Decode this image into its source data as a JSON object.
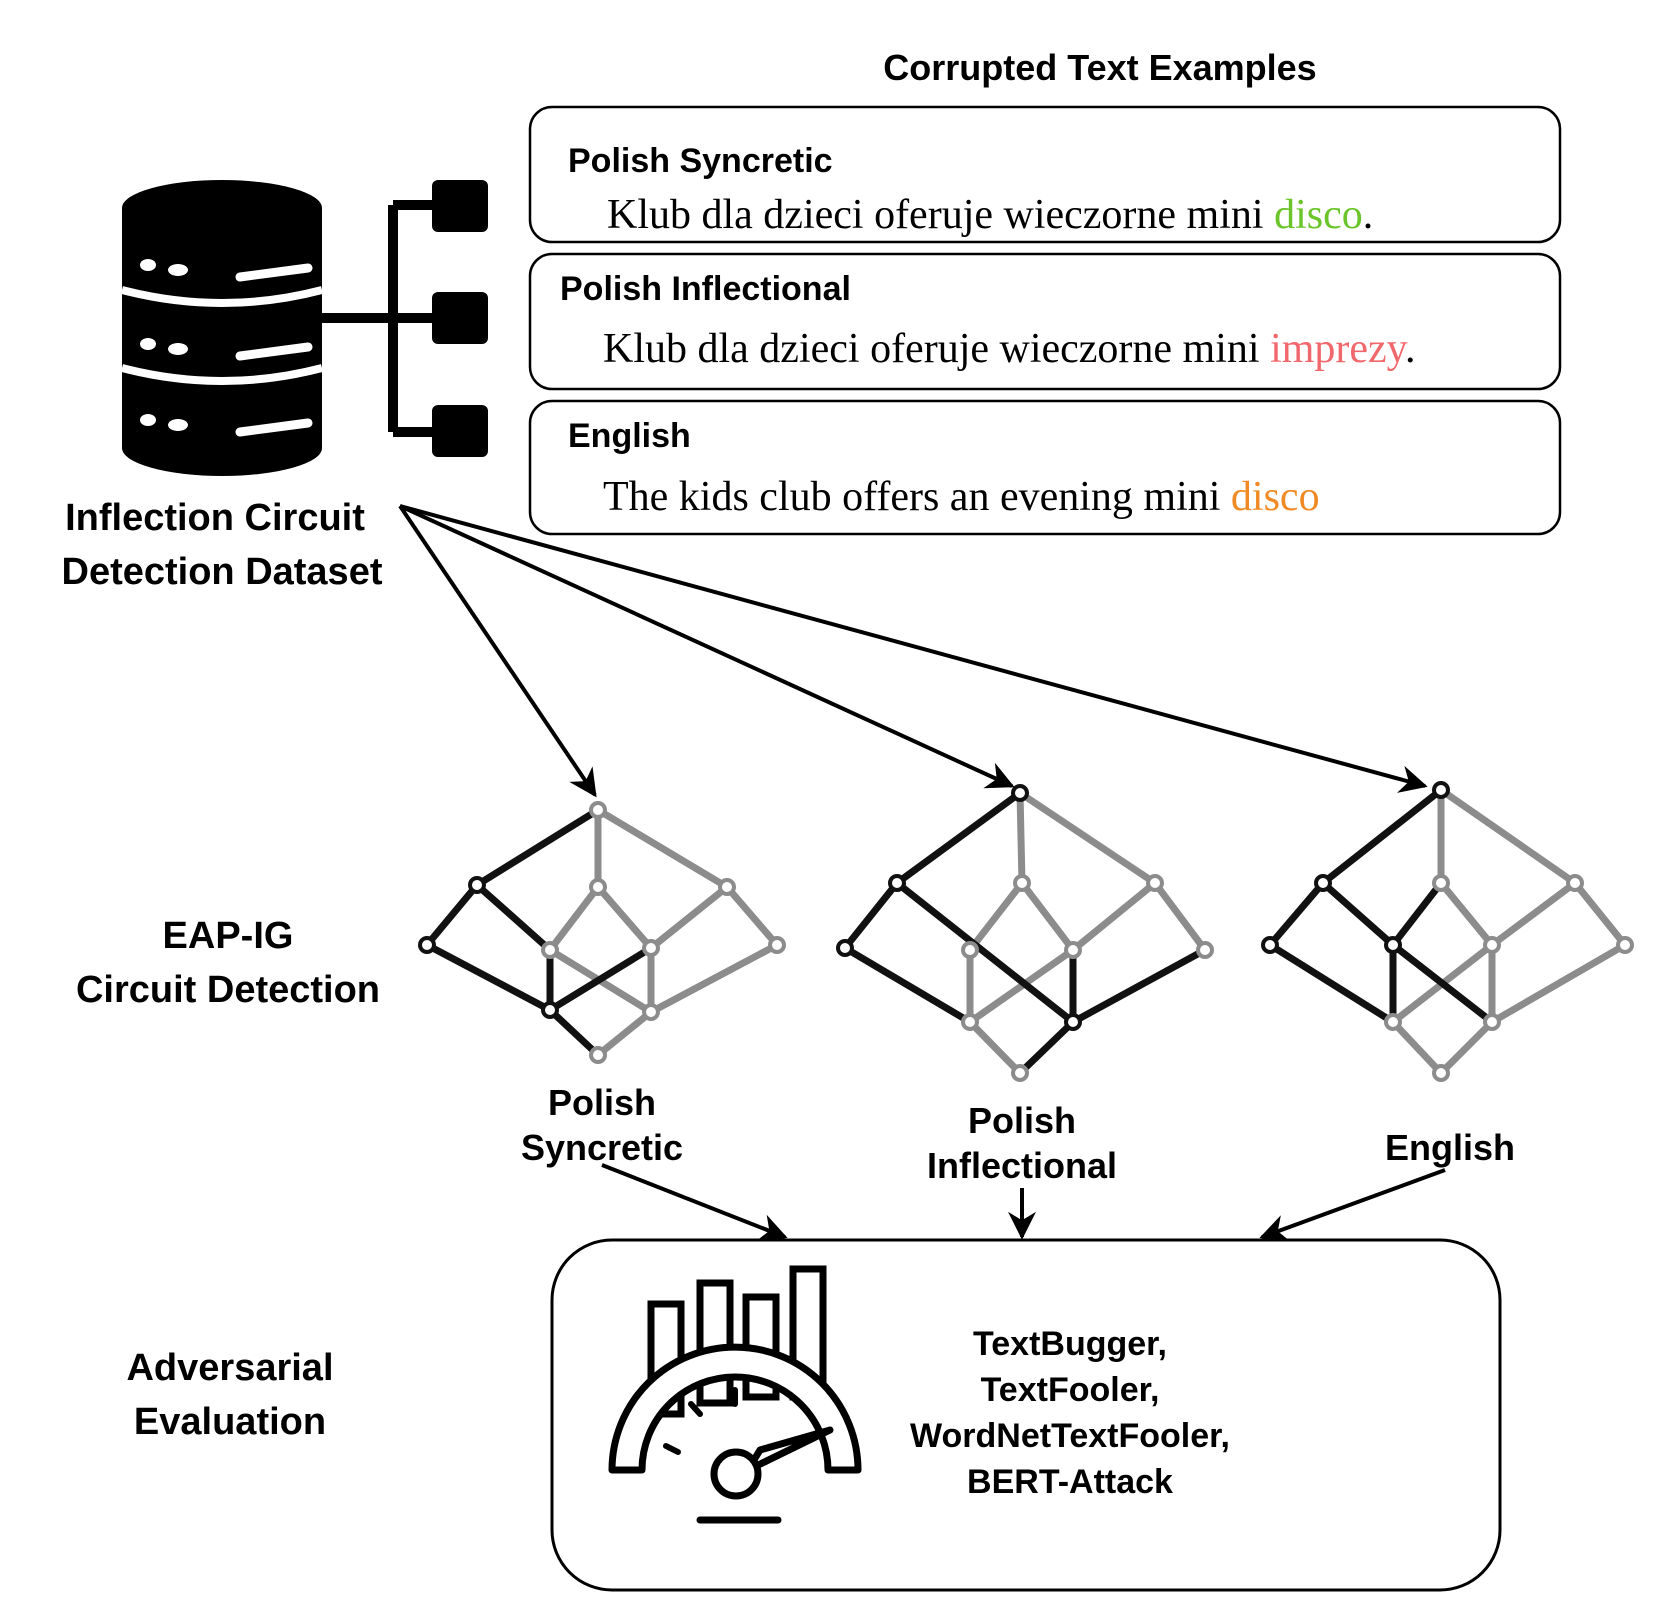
{
  "examples": {
    "heading": "Corrupted Text Examples",
    "items": [
      {
        "label": "Polish Syncretic",
        "sentence_prefix": "Klub dla dzieci oferuje wieczorne mini ",
        "highlight_word": "disco",
        "sentence_suffix": ".",
        "highlight_color": "#6ac42a"
      },
      {
        "label": "Polish Inflectional",
        "sentence_prefix": "Klub dla dzieci oferuje wieczorne mini ",
        "highlight_word": "imprezy",
        "sentence_suffix": ".",
        "highlight_color": "#f0676c"
      },
      {
        "label": "English",
        "sentence_prefix": "The kids club offers an evening mini ",
        "highlight_word": "disco",
        "sentence_suffix": "",
        "highlight_color": "#f08a24"
      }
    ]
  },
  "dataset": {
    "label_line1": "Inflection Circuit",
    "label_line2": "Detection Dataset",
    "icon": "database-network-icon"
  },
  "detection": {
    "label_line1": "EAP-IG",
    "label_line2": "Circuit Detection",
    "circuits": [
      {
        "label_line1": "Polish",
        "label_line2": "Syncretic",
        "icon": "circuit-graph-icon"
      },
      {
        "label_line1": "Polish",
        "label_line2": "Inflectional",
        "icon": "circuit-graph-icon"
      },
      {
        "label_line1": "English",
        "label_line2": "",
        "icon": "circuit-graph-icon"
      }
    ]
  },
  "evaluation": {
    "label_line1": "Adversarial",
    "label_line2": "Evaluation",
    "icon": "gauge-bar-chart-icon",
    "attacks": [
      "TextBugger,",
      "TextFooler,",
      "WordNetTextFooler,",
      "BERT-Attack"
    ]
  },
  "colors": {
    "active_edge": "#111111",
    "inactive_edge": "#8c8c8c"
  }
}
